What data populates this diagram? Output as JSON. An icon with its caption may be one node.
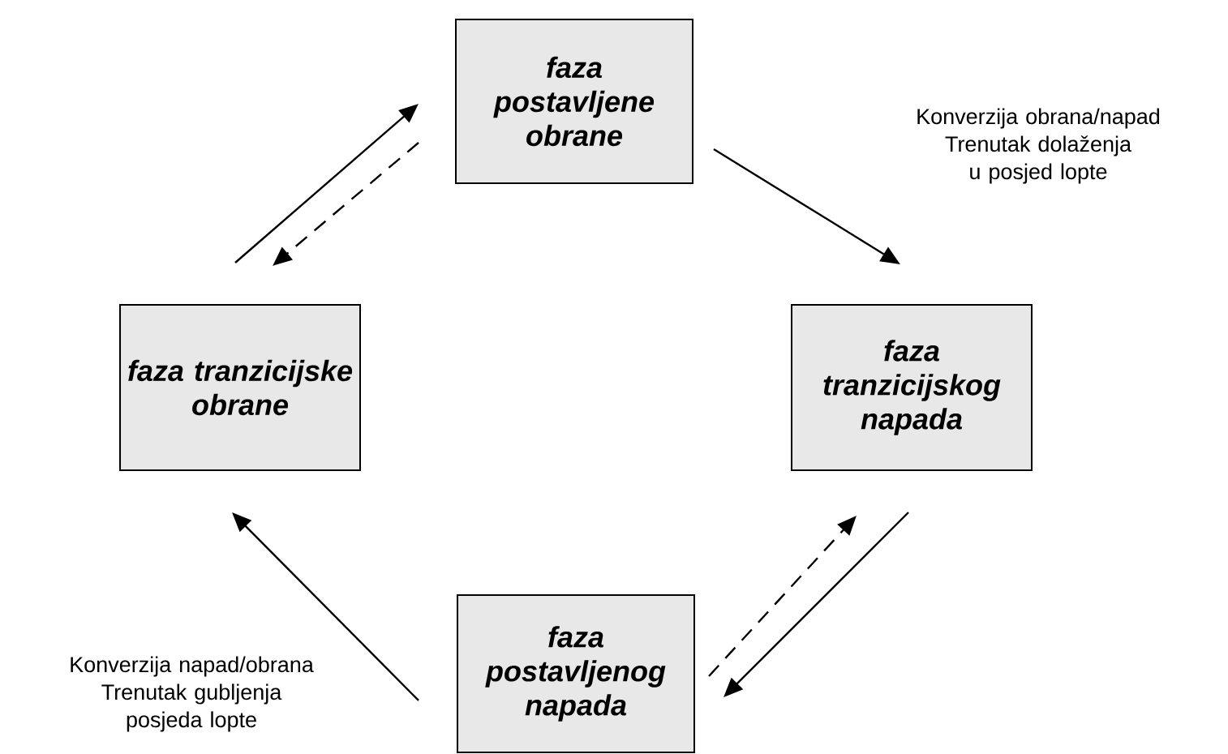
{
  "diagram": {
    "nodes": [
      {
        "text": [
          "faza postavljene obrane"
        ]
      },
      {
        "text": [
          "faza tranzicijske obrane"
        ]
      },
      {
        "text": [
          "faza tranzicijskog napada"
        ]
      },
      {
        "text": [
          "faza postavljenog napada"
        ]
      }
    ],
    "edges": [
      {
        "from": 1,
        "to": 0,
        "arrow": "to"
      },
      {
        "from": 0,
        "to": 1,
        "arrow": "to",
        "style": "dashed"
      },
      {
        "from": 0,
        "to": 2,
        "arrow": "to",
        "label": "Konverzija obrana/napad Trenutak dolaženja u posjed lopte"
      },
      {
        "from": 2,
        "to": 3,
        "arrow": "to"
      },
      {
        "from": 3,
        "to": 2,
        "arrow": "to",
        "style": "dashed"
      },
      {
        "from": 3,
        "to": 1,
        "arrow": "to",
        "label": "Konverzija napad/obrana Trenutak gubljenja posjeda lopte"
      }
    ]
  }
}
